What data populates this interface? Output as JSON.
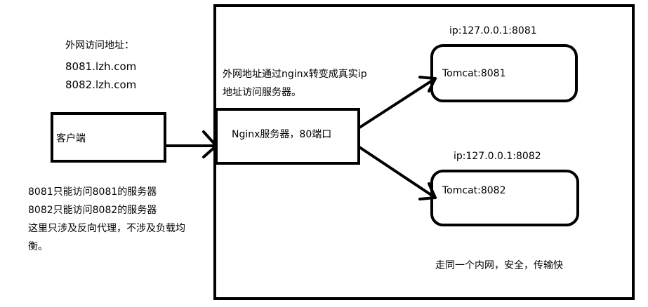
{
  "external": {
    "title": "外网访问地址：",
    "addr1": "8081.lzh.com",
    "addr2": "8082.lzh.com"
  },
  "client": {
    "label": "客户端"
  },
  "notes": {
    "line1": "8081只能访问8081的服务器",
    "line2": "8082只能访问8082的服务器",
    "line3": "这里只涉及反向代理，不涉及负载均",
    "line4": "衡。"
  },
  "server_area": {
    "desc_line1": "外网地址通过nginx转变成真实ip",
    "desc_line2": "地址访问服务器。",
    "nginx_label": "Nginx服务器，80端口",
    "footer": "走同一个内网，安全，传输快"
  },
  "tomcat1": {
    "ip": "ip:127.0.0.1:8081",
    "label": "Tomcat:8081"
  },
  "tomcat2": {
    "ip": "ip:127.0.0.1:8082",
    "label": "Tomcat:8082"
  }
}
